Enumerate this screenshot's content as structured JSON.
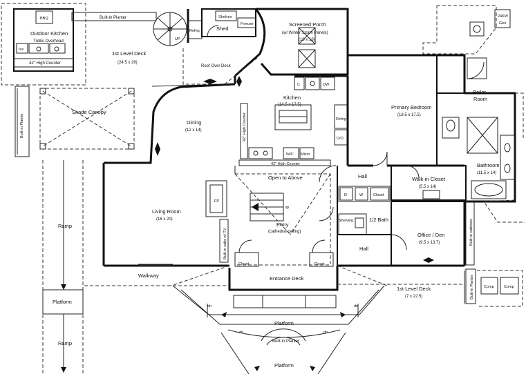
{
  "rooms": {
    "outdoor_kitchen": {
      "name": "Outdoor Kitchen",
      "note": "Trellis Overhead"
    },
    "bbq": "BBQ",
    "ice": "Ice",
    "high_counter_outdoor": "42\" High Counter",
    "built_in_planter_top": "Built-in Planter",
    "built_in_planter_left": "Built-in Planter",
    "built_in_planter_center": "Built-in Planter",
    "built_in_planter_right": "Built-in Planter",
    "built_in_cabinets": "Built-in cabinets",
    "built_in_cabs_tv": "Built-in cabs w/ TV",
    "upper_deck": {
      "name": "1st Level Deck",
      "dim": "(24.5 x 28)"
    },
    "lower_deck": {
      "name": "1st Level Deck",
      "dim": "(7 x 22.5)"
    },
    "shade_canopy": "Shade Canopy",
    "shed": "Shed",
    "shelves": "Shelves",
    "freezer": "Freezer",
    "refrig_shed": "Refrig",
    "up_stair": "UP",
    "screened_porch": {
      "name": "Screened Porch",
      "note": "(w/ Winter Storm Panels)",
      "dim": "(10 x 16)"
    },
    "gen": {
      "line1": "24KW",
      "line2": "Gen"
    },
    "roof_over_deck": "Roof Over Deck",
    "kitchen": {
      "name": "Kitchen",
      "dim": "(14.5 x 17.5)"
    },
    "kitchen_c": "C",
    "kitchen_dw": "DW",
    "refrig_kitchen": "Refrig",
    "do_oven": "D/O",
    "wic": "WIC",
    "micro": "Micro",
    "high_counter_vertical": "42\" High Counter",
    "high_counter_kitchen": "42\" High Counter",
    "dining": {
      "name": "Dining",
      "dim": "(12 x 14)"
    },
    "primary_bedroom": {
      "name": "Primary Bedroom",
      "dim": "(18.5 x 17.5)"
    },
    "boiler_room": {
      "line1": "Boiler",
      "line2": "Room"
    },
    "walk_in_closet": {
      "name": "Walk-in Closet",
      "dim": "(5.5 x 14)"
    },
    "bathroom": {
      "name": "Bathroom",
      "dim": "(11.5 x 14)"
    },
    "open_to_above": "Open to Above",
    "hall_upper": "Hall",
    "hall_lower": "Hall",
    "dryer": "D",
    "washer": "W",
    "closet_laundry": "Closet",
    "closet_left": "Closet",
    "closet_right": "Closet",
    "shelving": "Shelving",
    "half_bath": "1/2 Bath",
    "office": {
      "name": "Office / Den",
      "dim": "(9.5 x 13.7)"
    },
    "living_room": {
      "name": "Living Room",
      "dim": "(16 x 20)"
    },
    "fp": "FP",
    "entry": {
      "name": "Entry",
      "note": "(cathedral ceiling)"
    },
    "up_entry": "up",
    "walkway": "Walkway",
    "entrance_deck": "Entrance Deck",
    "ramp_upper": "Ramp",
    "ramp_lower": "Ramp",
    "platform_left": "Platform",
    "platform_center": "Platform",
    "platform_bottom": "Platform",
    "dn_labels": [
      "dn",
      "dn",
      "dn",
      "dn"
    ],
    "comp_1": "Comp",
    "comp_2": "Comp"
  }
}
